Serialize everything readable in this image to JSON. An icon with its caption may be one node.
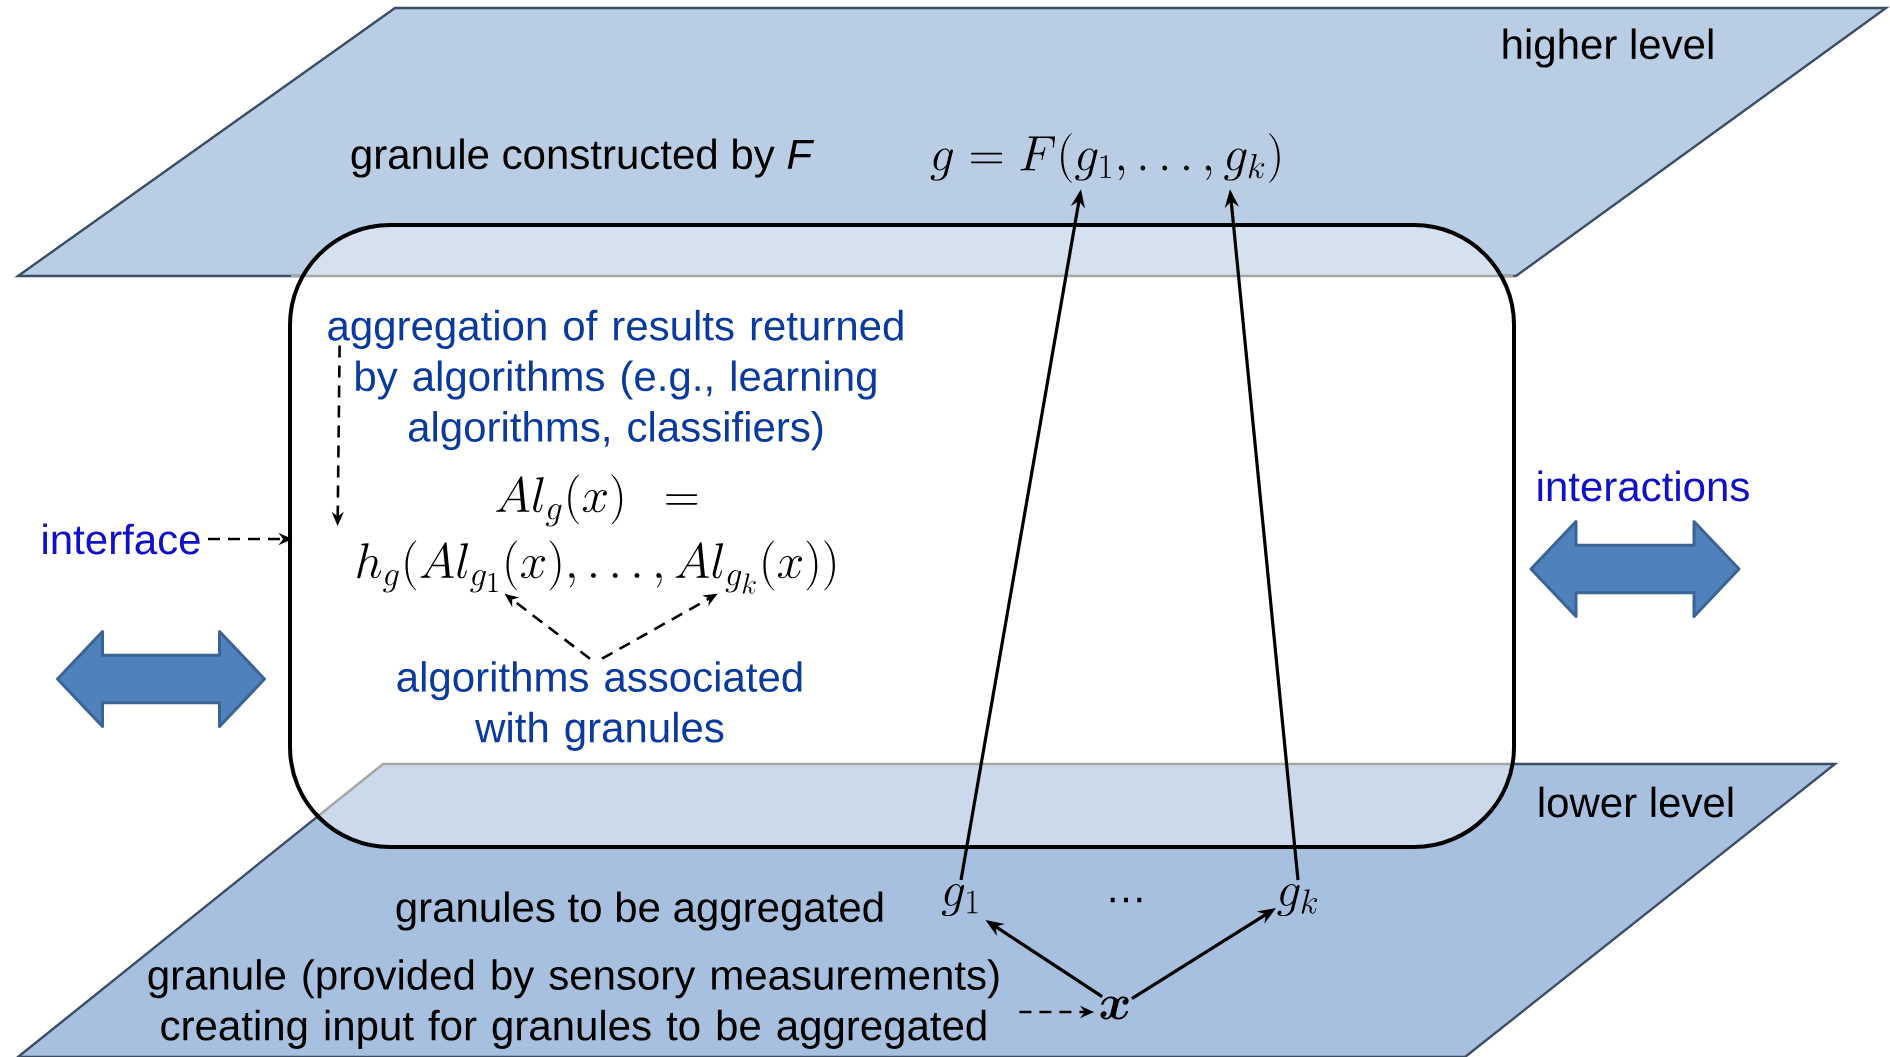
{
  "diagram": {
    "nodes": [
      {
        "text": [
          "higher level",
          "granule constructed by *F*"
        ]
      },
      {
        "text": [
          "g = F(g_1, \\ldots, g_k)"
        ],
        "in": 0
      },
      {
        "text": [],
        "shape": "box"
      },
      {
        "text": [
          "aggregation of results returned by algorithms (e.g., learning algorithms, classifiers)"
        ],
        "in": 2
      },
      {
        "text": [
          "Al_g(x) = h_g(Al_{g_1}(x), \\ldots, Al_{g_k}(x))"
        ],
        "in": 2
      },
      {
        "text": [
          "algorithms associated with granules"
        ],
        "in": 2
      },
      {
        "text": [
          "interface"
        ]
      },
      {
        "text": [
          "lower level",
          "granules to be aggregated"
        ]
      },
      {
        "text": [
          "g_1"
        ],
        "in": 7
      },
      {
        "text": [
          "g_k"
        ],
        "in": 7
      },
      {
        "text": [
          "\\boldsymbol{x}"
        ],
        "in": 7
      },
      {
        "text": [
          "granule (provided by sensory measurements) creating input for granules to be aggregated"
        ],
        "in": 7
      }
    ],
    "edges": [
      {
        "from": 8,
        "to": 1,
        "arrow": "to"
      },
      {
        "from": 9,
        "to": 1,
        "arrow": "to"
      },
      {
        "from": 10,
        "to": 8,
        "arrow": "to"
      },
      {
        "from": 10,
        "to": 9,
        "arrow": "to"
      },
      {
        "from": 11,
        "to": 10,
        "arrow": "to",
        "style": "dashed"
      },
      {
        "from": 3,
        "to": 4,
        "arrow": "to",
        "style": "dashed"
      },
      {
        "from": 5,
        "to": 4,
        "arrow": "to",
        "style": "dashed"
      },
      {
        "from": 5,
        "to": 4,
        "arrow": "to",
        "style": "dashed"
      },
      {
        "from": 6,
        "to": 2,
        "arrow": "to",
        "style": "dashed"
      }
    ],
    "labels": [
      "interactions",
      "…"
    ]
  }
}
